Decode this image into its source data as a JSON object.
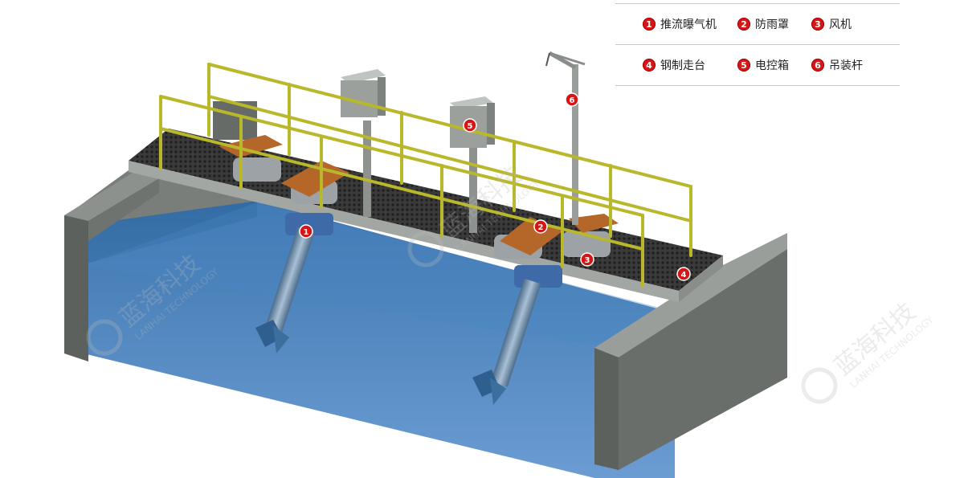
{
  "legend": {
    "items": [
      {
        "num": "1",
        "label": "推流曝气机"
      },
      {
        "num": "2",
        "label": "防雨罩"
      },
      {
        "num": "3",
        "label": "风机"
      },
      {
        "num": "4",
        "label": "钢制走台"
      },
      {
        "num": "5",
        "label": "电控箱"
      },
      {
        "num": "6",
        "label": "吊装杆"
      }
    ]
  },
  "callouts": [
    "1",
    "2",
    "3",
    "4",
    "5",
    "6"
  ],
  "watermark": {
    "brand": "蓝海科技",
    "brand_en": "LANHAI TECHNOLOGY"
  },
  "colors": {
    "marker_red": "#d61616",
    "water": "#5b8fc6",
    "railing": "#b9b72a",
    "wall": "#6b6f6b",
    "cover": "#b5672a"
  }
}
